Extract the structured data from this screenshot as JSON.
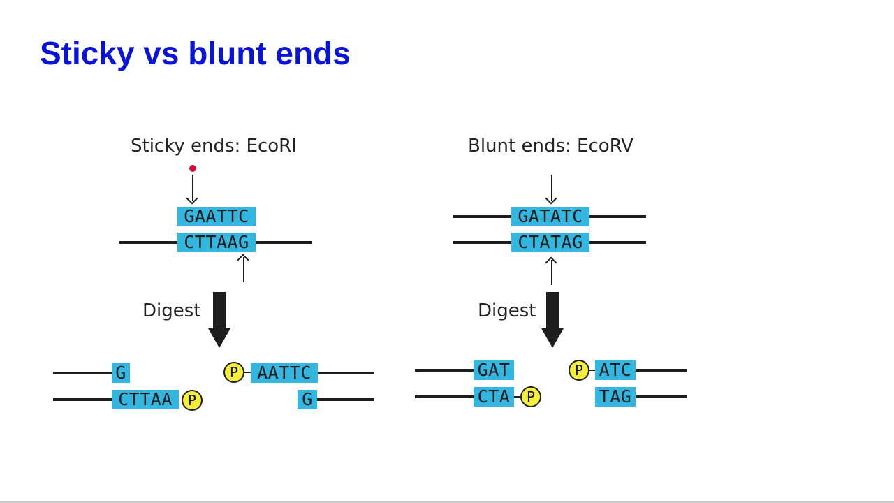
{
  "slide": {
    "title": "Sticky vs blunt ends"
  },
  "sticky": {
    "title": "Sticky ends: EcoRI",
    "top": "GAATTC",
    "bottom": "CTTAAG",
    "digest": "Digest",
    "left_top": "G",
    "left_bottom": "CTTAA",
    "right_top": "AATTC",
    "right_bottom": "G"
  },
  "blunt": {
    "title": "Blunt ends: EcoRV",
    "top": "GATATC",
    "bottom": "CTATAG",
    "digest": "Digest",
    "left_top": "GAT",
    "left_bottom": "CTA",
    "right_top": "ATC",
    "right_bottom": "TAG"
  },
  "phosphate_label": "P",
  "colors": {
    "title": "#0a14d8",
    "sequence_box": "#33b6e0",
    "phosphate": "#f5ee3a",
    "pointer": "#d0103a"
  }
}
